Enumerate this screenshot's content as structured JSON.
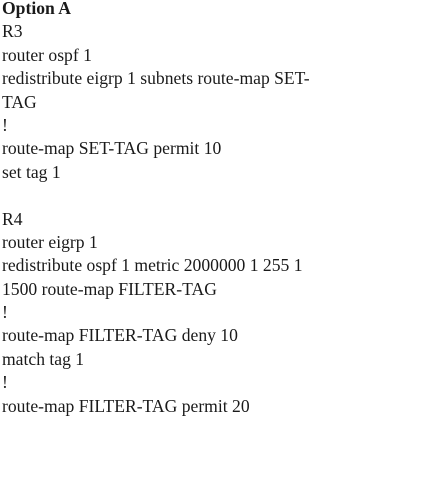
{
  "option_title": "Option A",
  "r3": {
    "label": "R3",
    "lines": [
      "router ospf 1",
      "redistribute eigrp 1 subnets route-map SET-",
      "TAG",
      "!",
      "route-map SET-TAG permit 10",
      "set tag 1"
    ]
  },
  "r4": {
    "label": "R4",
    "lines": [
      "router eigrp 1",
      "redistribute ospf 1 metric 2000000 1 255 1",
      "1500 route-map FILTER-TAG",
      "!",
      "route-map FILTER-TAG deny 10",
      "match tag 1",
      "!",
      "route-map FILTER-TAG permit 20"
    ]
  }
}
